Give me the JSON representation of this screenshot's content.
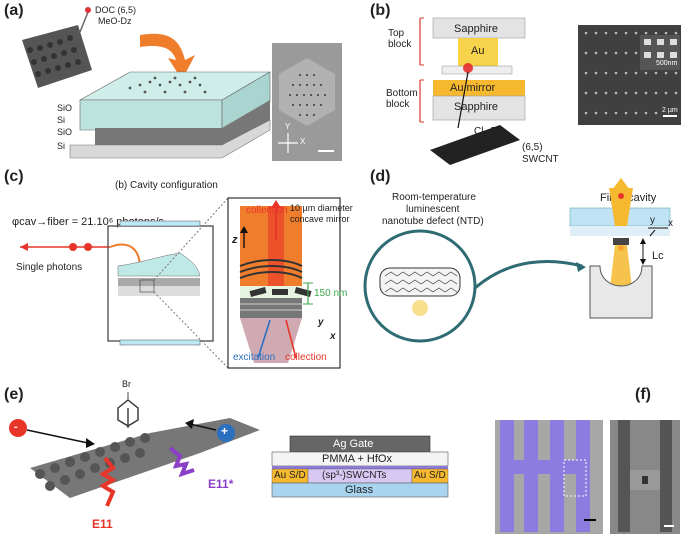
{
  "panels": {
    "a": {
      "label": "(a)",
      "molecule_line1": "DOC (6,5)",
      "molecule_line2": "MeO-Dz",
      "layers": [
        "SiO",
        "Si",
        "SiO",
        "Si"
      ],
      "axis_x": "X",
      "axis_y": "Y"
    },
    "b": {
      "label": "(b)",
      "top_block": "Top block",
      "bottom_block": "Bottom block",
      "sapphire": "Sapphire",
      "au": "Au",
      "au_mirror": "Au mirror",
      "cl2dz": "Cl₂-Dz",
      "swcnt_line1": "(6,5)",
      "swcnt_line2": "SWCNT",
      "scale_inset": "500nm",
      "scale_main": "2 µm"
    },
    "c": {
      "label": "(c)",
      "cavity_config": "(b) Cavity configuration",
      "flux": "φcav→fiber = 21.10⁶ photons/s",
      "single_photons": "Single photons",
      "collection_top": "collection",
      "mirror_line1": "10 µm diameter",
      "mirror_line2": "concave mirror",
      "z": "z",
      "distance": "150 nm",
      "y": "y",
      "x": "x",
      "excitation": "excitation",
      "collection_bottom": "collection"
    },
    "d": {
      "label": "(d)",
      "ntd_line1": "Room-temperature",
      "ntd_line2": "luminescent",
      "ntd_line3": "nanotube defect (NTD)",
      "fiber_cavity": "Fiber cavity",
      "y": "y",
      "x": "x",
      "lc": "Lc"
    },
    "e": {
      "label": "(e)",
      "br": "Br",
      "minus": "-",
      "plus": "+",
      "e11": "E11",
      "e11star": "E11*",
      "gate": "Ag Gate",
      "dielectric": "PMMA + HfOx",
      "source": "Au S/D",
      "channel": "(sp³-)SWCNTs",
      "drain": "Au S/D",
      "glass": "Glass"
    },
    "f": {
      "label": "(f)"
    }
  },
  "colors": {
    "orange": "#f07d2c",
    "red": "#e8352a",
    "blue": "#2c6fbf",
    "teal": "#2f6b73",
    "gold": "#f5b82e",
    "purple": "#8e7ad6",
    "green": "#3aa64a"
  }
}
